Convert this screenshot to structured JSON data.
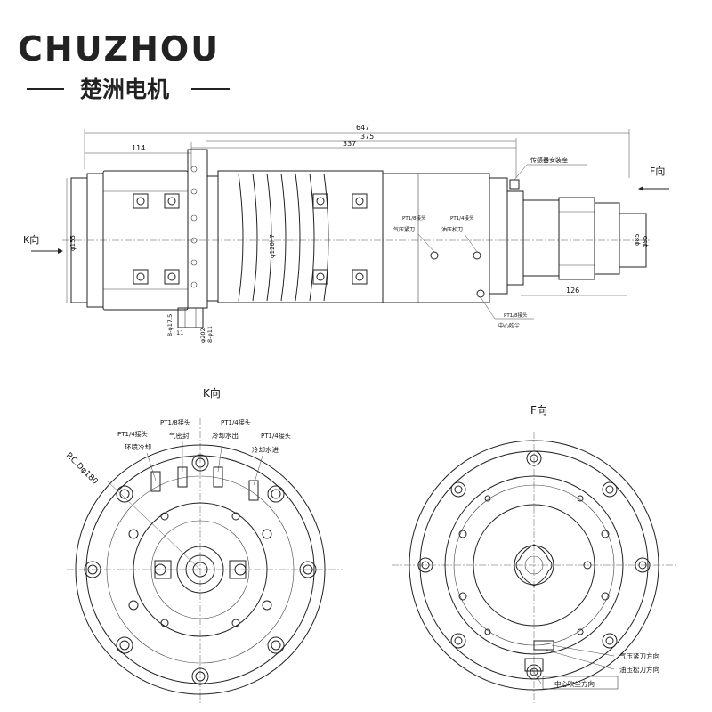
{
  "brand": {
    "logo": "CHUZHOU",
    "subtitle": "楚洲电机"
  },
  "side_view": {
    "dim_overall": "647",
    "dim_left": "114",
    "dim_375": "375",
    "dim_337": "337",
    "dim_126": "126",
    "dia_155": "φ155",
    "dia_120h7": "φ120h7",
    "dia_85": "φ85",
    "dia_95": "φ95",
    "bolt_note_1": "8-φ17.5",
    "bolt_note_2": "8-φ11",
    "dia_202": "φ202",
    "dim_11": "11",
    "dir_k": "K向",
    "dir_f": "F向",
    "sensor_label": "传感器安装座",
    "pt18_label_a": "PT1/8接头",
    "air_clamp_label": "气压紧刀",
    "pt14_label_a": "PT1/4接头",
    "oil_release_label": "油压松刀",
    "pt18_label_b": "PT1/8接头",
    "center_blow_label": "中心吹尘"
  },
  "k_view": {
    "title": "K向",
    "pt18_label": "PT1/8接头",
    "air_seal": "气密封",
    "pt14_ring": "PT1/4接头",
    "ring_cool": "环喷冷却",
    "pt14_out": "PT1/4接头",
    "cool_out": "冷却水出",
    "pt14_in": "PT1/4接头",
    "cool_in": "冷却水进",
    "pcd": "P.C.Dφ180"
  },
  "f_view": {
    "title": "F向",
    "air_clamp_dir": "气压紧刀方向",
    "oil_release_dir": "油压松刀方向",
    "center_blow_dir": "中心吹尘方向"
  }
}
